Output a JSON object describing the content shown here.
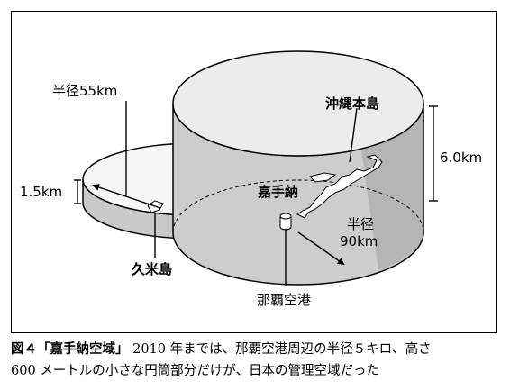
{
  "diagram": {
    "labels": {
      "radius_small": "半径55km",
      "height_small": "1.5km",
      "okinawa": "沖縄本島",
      "height_large": "6.0km",
      "kadena": "嘉手納",
      "radius_large_1": "半径",
      "radius_large_2": "90km",
      "kumejima": "久米島",
      "naha_airport": "那覇空港"
    }
  },
  "caption": {
    "title": "図４「嘉手納空域」",
    "line1": "2010 年までは、那覇空港周辺の半径５キロ、高さ",
    "line2": "600 メートルの小さな円筒部分だけが、日本の管理空域だった"
  }
}
